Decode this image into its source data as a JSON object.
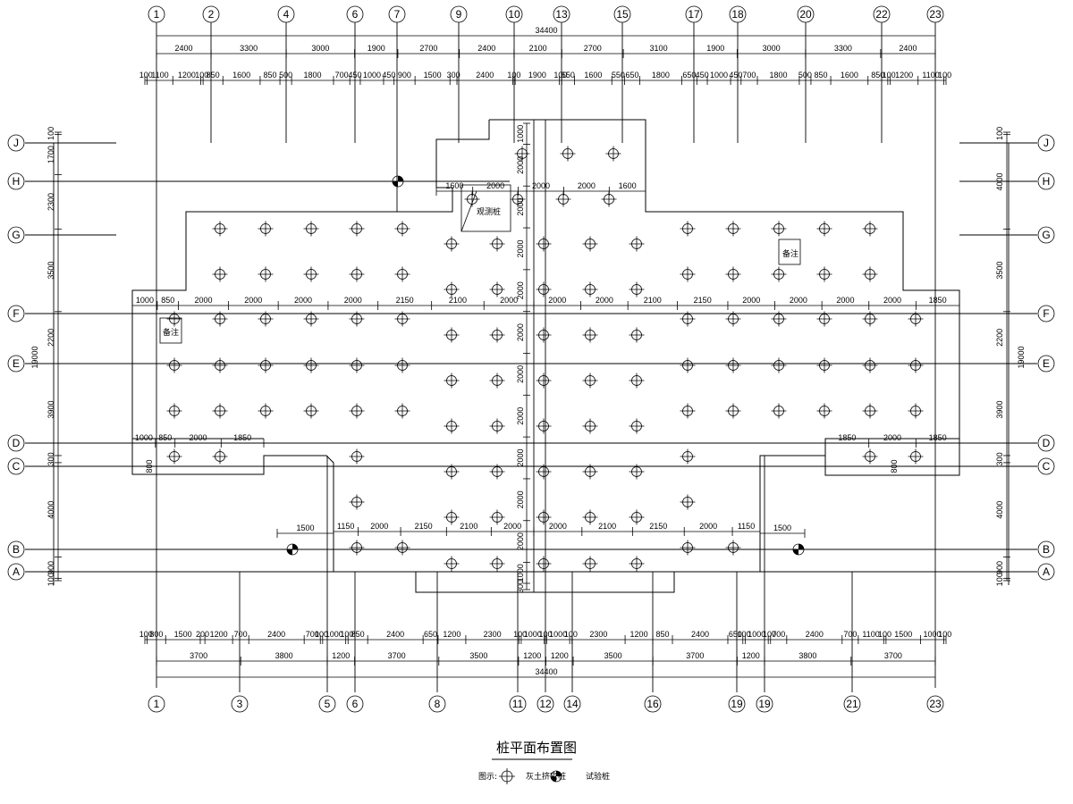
{
  "drawing": {
    "title": "桩平面布置图",
    "legend": {
      "label": "图示:",
      "pile_label": "灰土挤密桩",
      "test_label": "试验桩"
    },
    "notes": [
      "观测桩",
      "备注",
      "备注"
    ]
  },
  "top_axes": [
    "1",
    "2",
    "4",
    "6",
    "7",
    "9",
    "10",
    "13",
    "15",
    "17",
    "18",
    "20",
    "22",
    "23"
  ],
  "bottom_axes": [
    "1",
    "3",
    "5",
    "6",
    "8",
    "11",
    "12",
    "14",
    "16",
    "19",
    "19",
    "21",
    "23"
  ],
  "row_axes": [
    "J",
    "H",
    "G",
    "F",
    "E",
    "D",
    "C",
    "B",
    "A"
  ],
  "top_overall": "34400",
  "top_row1": [
    "2400",
    "3300",
    "3000",
    "1900",
    "2700",
    "2400",
    "2100",
    "2700",
    "3100",
    "1900",
    "3000",
    "3300",
    "2400"
  ],
  "top_row2": [
    "100",
    "1100",
    "1200",
    "100",
    "850",
    "1600",
    "850",
    "500",
    "1800",
    "700",
    "450",
    "1000",
    "450",
    "900",
    "1500",
    "300",
    "2400",
    "100",
    "1900",
    "100",
    "550",
    "1600",
    "550",
    "650",
    "1800",
    "650",
    "450",
    "1000",
    "450",
    "700",
    "1800",
    "500",
    "850",
    "1600",
    "850",
    "100",
    "1200",
    "1100",
    "100"
  ],
  "bottom_overall": "34400",
  "bottom_row1": [
    "3700",
    "3800",
    "1200",
    "3700",
    "3500",
    "1200",
    "1200",
    "3500",
    "3700",
    "1200",
    "3800",
    "3700"
  ],
  "bottom_row2": [
    "100",
    "800",
    "1500",
    "200",
    "1200",
    "700",
    "2400",
    "700",
    "100",
    "1000",
    "100",
    "850",
    "2400",
    "650",
    "1200",
    "2300",
    "100",
    "1000",
    "100",
    "1000",
    "100",
    "2300",
    "1200",
    "850",
    "2400",
    "650",
    "100",
    "1000",
    "100",
    "700",
    "2400",
    "700",
    "1100",
    "100",
    "1500",
    "1000",
    "100"
  ],
  "left_overall": "19000",
  "left_dims": [
    "100",
    "1700",
    "2300",
    "3500",
    "2200",
    "3900",
    "300",
    "4000",
    "900",
    "100"
  ],
  "right_overall": "19000",
  "right_dims": [
    "100",
    "4000",
    "3500",
    "2200",
    "3900",
    "300",
    "4000",
    "900",
    "100"
  ],
  "interior_dims": {
    "row_f_left": [
      "1000",
      "850",
      "2000",
      "2000",
      "2000",
      "2000",
      "2150",
      "2100",
      "2000"
    ],
    "row_f_right": [
      "2000",
      "2000",
      "2100",
      "2150",
      "2000",
      "2000",
      "2000",
      "2000",
      "1850"
    ],
    "row_d_left": [
      "1000",
      "850",
      "2000",
      "1850"
    ],
    "row_d_right": [
      "1850",
      "2000",
      "1850"
    ],
    "row_b_left": [
      "1150",
      "2000",
      "2150",
      "2100",
      "2000"
    ],
    "row_b_right": [
      "2000",
      "2100",
      "2150",
      "2000",
      "1150"
    ],
    "row_h": [
      "1600",
      "2000",
      "2000",
      "2000",
      "1600"
    ],
    "center_vertical": [
      "1000",
      "2000",
      "2000",
      "2000",
      "2000",
      "2000",
      "2000",
      "2000",
      "2000",
      "2000",
      "2000",
      "1000",
      "300"
    ],
    "side_left": "1500",
    "side_right": "1500",
    "small_left": "800",
    "small_right": "800"
  }
}
